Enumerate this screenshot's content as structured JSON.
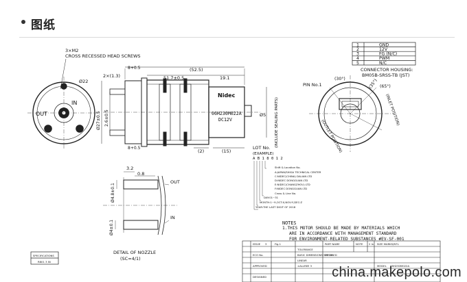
{
  "header": {
    "title": "图纸"
  },
  "watermark": "china.makepolo.com",
  "pin_table": [
    {
      "pin": "1",
      "signal": "GND"
    },
    {
      "pin": "2",
      "signal": "12V"
    },
    {
      "pin": "3",
      "signal": "FG (N/C)"
    },
    {
      "pin": "4",
      "signal": "PWM"
    },
    {
      "pin": "5",
      "signal": "N/C"
    }
  ],
  "connector": {
    "line1": "CONNECTOR HOUSING:",
    "line2": "BM05B-SRSS-TB (JST)"
  },
  "front_view": {
    "screws_line1": "3×M2",
    "screws_line2": "CROSS RECESSED HEAD SCREWS",
    "dia": "Ø22",
    "out": "OUT",
    "in": "IN"
  },
  "side_view": {
    "dim_total": "(52.5)",
    "dim_body": "51.7±0.5",
    "dim_right": "19.1",
    "dim_left": "2×(1.3)",
    "dim_top": "8+0.5",
    "dim_bottom": "8+0.5",
    "dim_dia1": "Ø27±0.5",
    "dim_dia2": "2.6±0.5",
    "dim_gap": "(2)",
    "dim_15": "(15)",
    "dim_5": "Ø5",
    "dim_side": "(INCLUDE SEALING PARTS)",
    "brand": "Nidec",
    "label_line1": "06H230M022A",
    "label_line2": "DC12V"
  },
  "end_view": {
    "pin1": "PIN No.1",
    "angle1": "(30°)",
    "angle2": "(35°)",
    "angle3": "(65°)",
    "text_inlet": "(INLET POSITION)",
    "text_outlet": "(OUTLET POSITION)"
  },
  "lot": {
    "title": "LOT No.",
    "example": "(EXAMPLE)",
    "code": "A B 1 8 0 1 2",
    "legend": [
      "Shift & Location No.",
      "A:JAPAN/SHIGA TECHNICAL CENTER",
      "C:NIDEC(CHINA) DALIAN LTD",
      "D:NIDEC DONGGUAN LTD",
      "E:NIDEC(CHANGZHOU) LTD",
      "F:NIDEC DONGGUAN LTD",
      "Cross & Line No.",
      "DAY:01~31",
      "MONTH:1~9,OCT:X,NOV:Y,DEC:Z",
      "YEAR:THE LAST DIGIT OF 2018"
    ]
  },
  "nozzle": {
    "dim_a": "3.2",
    "dim_b": "0.8",
    "dim_c": "Ø4.8±0.1",
    "dim_d": "Ø4±0.1",
    "label_out": "OUT",
    "label_in": "IN",
    "caption1": "DETAIL OF NOZZLE",
    "caption2": "(SC=4/1)"
  },
  "notes": {
    "title": "NOTES",
    "line1": "1.THIS MOTOR SHOULD BE MADE BY MATERIALS WHICH",
    "line2": "ARE IN ACCORDANCE WITH MANAGEMENT STANDARD",
    "line3": "FOR ENVIRONMENT-RELATED SUBSTANCES #EV-SF-001"
  },
  "title_block": {
    "spec_label": "SPECIFICATIONS",
    "spec_sub": "R801 3 IN",
    "issue": "ISSUE",
    "issue_val": "3",
    "fig": "Fig.1",
    "part_name": "PART NAME",
    "note": "NOTE",
    "no": "2 In",
    "size": "SIZE MARKS/NTL",
    "tolerance": "TOLERANCE",
    "row_a": "ECO No.",
    "row_b": "APPROVED",
    "row_c": "DESIGNED",
    "tol_a": "BASIC DIMENSIONS SPECIFIED",
    "tol_b": "LINEAR",
    "tol_c": "±ALLREE 3",
    "model_label": "MODEL",
    "model": "06H230M022A",
    "detail": "DETAIL"
  }
}
